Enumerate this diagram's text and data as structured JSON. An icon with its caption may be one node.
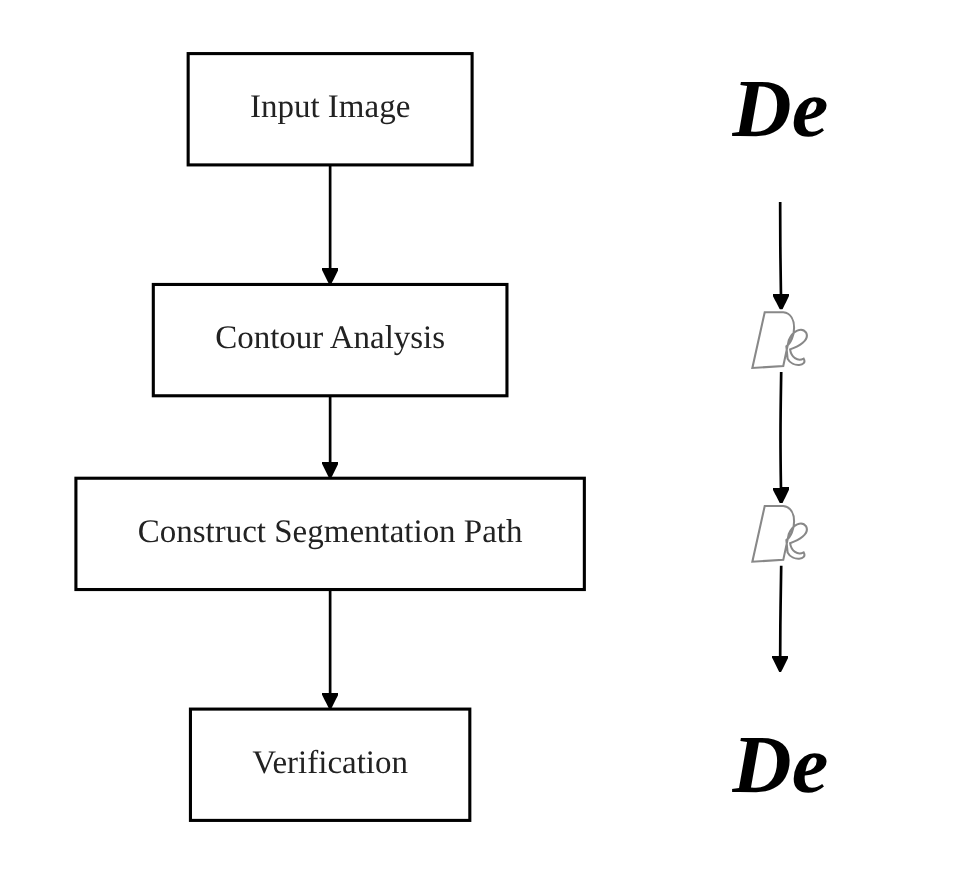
{
  "diagram": {
    "nodes": [
      {
        "text": [
          "Input Image"
        ]
      },
      {
        "text": [
          "Contour Analysis"
        ]
      },
      {
        "text": [
          "Construct Segmentation Path"
        ]
      },
      {
        "text": [
          "Verification"
        ]
      },
      {
        "text": [
          "De"
        ]
      },
      {
        "text": [],
        "shape": "picture"
      },
      {
        "text": [],
        "shape": "picture"
      },
      {
        "text": [
          "De"
        ]
      }
    ],
    "edges": [
      {
        "from": 0,
        "to": 1,
        "arrow": "to"
      },
      {
        "from": 1,
        "to": 2,
        "arrow": "to"
      },
      {
        "from": 2,
        "to": 3,
        "arrow": "to"
      },
      {
        "from": 4,
        "to": 5,
        "arrow": "to"
      },
      {
        "from": 5,
        "to": 6,
        "arrow": "to"
      },
      {
        "from": 6,
        "to": 7,
        "arrow": "to"
      }
    ]
  }
}
